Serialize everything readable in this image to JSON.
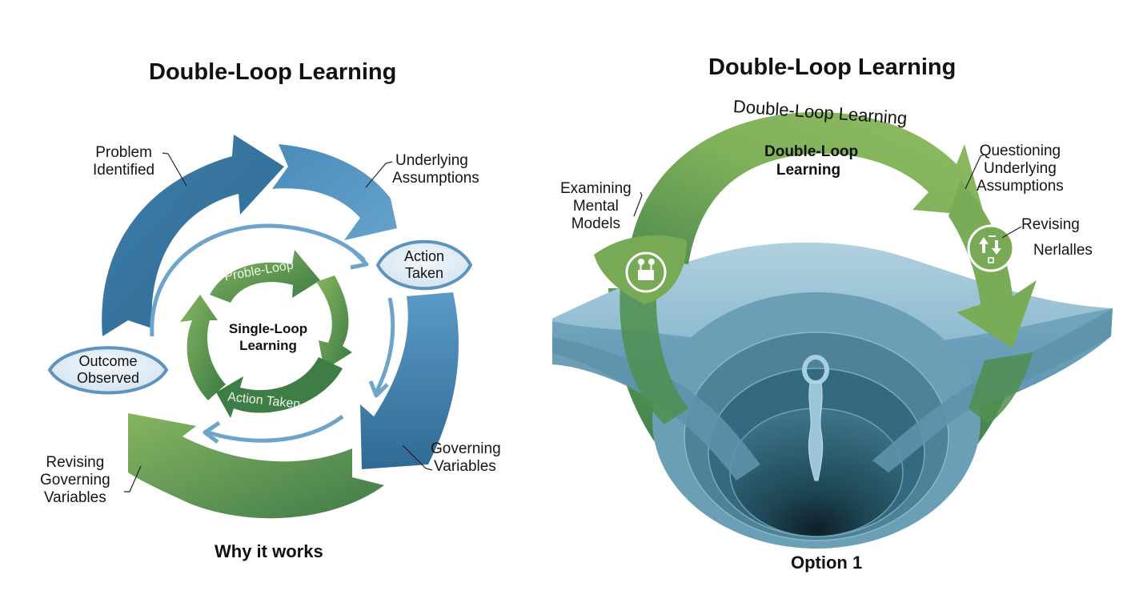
{
  "left_diagram": {
    "title": "Double-Loop Learning",
    "caption": "Why it works",
    "outer_loop_labels": {
      "problem_identified": [
        "Problem",
        "Identified"
      ],
      "underlying_assumptions": [
        "Underlying",
        "Assumptions"
      ],
      "governing_variables": [
        "Governing",
        "Variables"
      ],
      "revising_governing_variables": [
        "Revising",
        "Governing",
        "Variables"
      ]
    },
    "nodes": {
      "action_taken": [
        "Action",
        "Taken"
      ],
      "outcome_observed": [
        "Outcome",
        "Observed"
      ]
    },
    "inner_loop": {
      "center_label": [
        "Single-Loop",
        "Learning"
      ],
      "top_arrow_text": "Proble-Loop",
      "bottom_arrow_text": "Action Taken"
    },
    "colors": {
      "blue_dark": "#2f6f99",
      "blue_light": "#5b9bc6",
      "green_light": "#7aab57",
      "green_dark": "#3e7c49",
      "node_fill": "#dbe9f3",
      "node_stroke": "#5e93bd"
    }
  },
  "right_diagram": {
    "title": "Double-Loop Learning",
    "arc_title": "Double-Loop Learning",
    "arrow_inner_label": [
      "Double-Loop",
      "Learning"
    ],
    "caption": "Option 1",
    "labels": {
      "examining_mental_models": [
        "Examining",
        "Mental",
        "Models"
      ],
      "questioning_underlying_assumptions": [
        "Questioning",
        "Underlying",
        "Assumptions"
      ],
      "revising": "Revising",
      "nerlalles": "Nerlalles"
    },
    "icons": {
      "left_badge": "people-icon",
      "right_badge": "swap-arrows-icon"
    },
    "colors": {
      "green_light": "#7fb05a",
      "green_dark": "#3f7d4c",
      "water_top": "#a8cadb",
      "water_mid": "#5d93ab",
      "water_deep": "#1d4553"
    }
  }
}
